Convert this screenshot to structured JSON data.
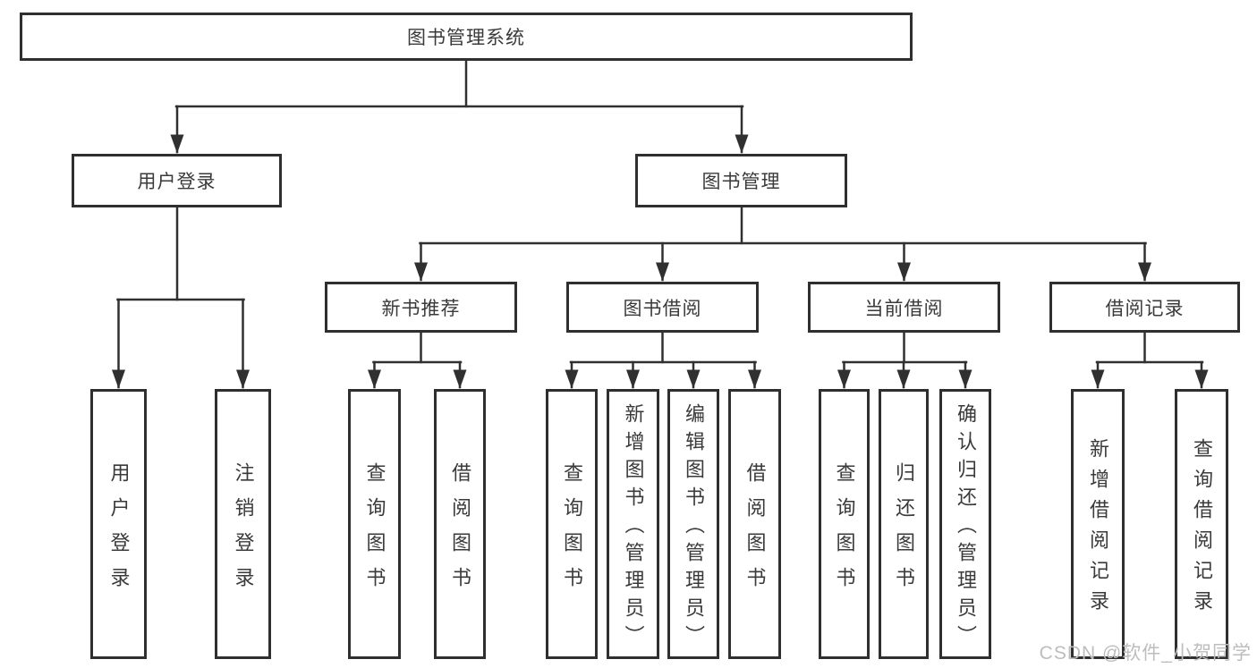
{
  "tree": {
    "label": "图书管理系统",
    "children": [
      {
        "label": "用户登录",
        "children": [
          {
            "label": "用户登录"
          },
          {
            "label": "注销登录"
          }
        ]
      },
      {
        "label": "图书管理",
        "children": [
          {
            "label": "新书推荐",
            "children": [
              {
                "label": "查询图书"
              },
              {
                "label": "借阅图书"
              }
            ]
          },
          {
            "label": "图书借阅",
            "children": [
              {
                "label": "查询图书"
              },
              {
                "label": "新增图书（管理员）"
              },
              {
                "label": "编辑图书（管理员）"
              },
              {
                "label": "借阅图书"
              }
            ]
          },
          {
            "label": "当前借阅",
            "children": [
              {
                "label": "查询图书"
              },
              {
                "label": "归还图书"
              },
              {
                "label": "确认归还（管理员）"
              }
            ]
          },
          {
            "label": "借阅记录",
            "children": [
              {
                "label": "新增借阅记录"
              },
              {
                "label": "查询借阅记录"
              }
            ]
          }
        ]
      }
    ]
  },
  "watermark": "CSDN @软件_小贺同学",
  "colors": {
    "line": "#303030",
    "box_border": "#2f2f2f",
    "text": "#3a3a3a",
    "watermark": "#bdbdbd",
    "background": "#ffffff"
  }
}
